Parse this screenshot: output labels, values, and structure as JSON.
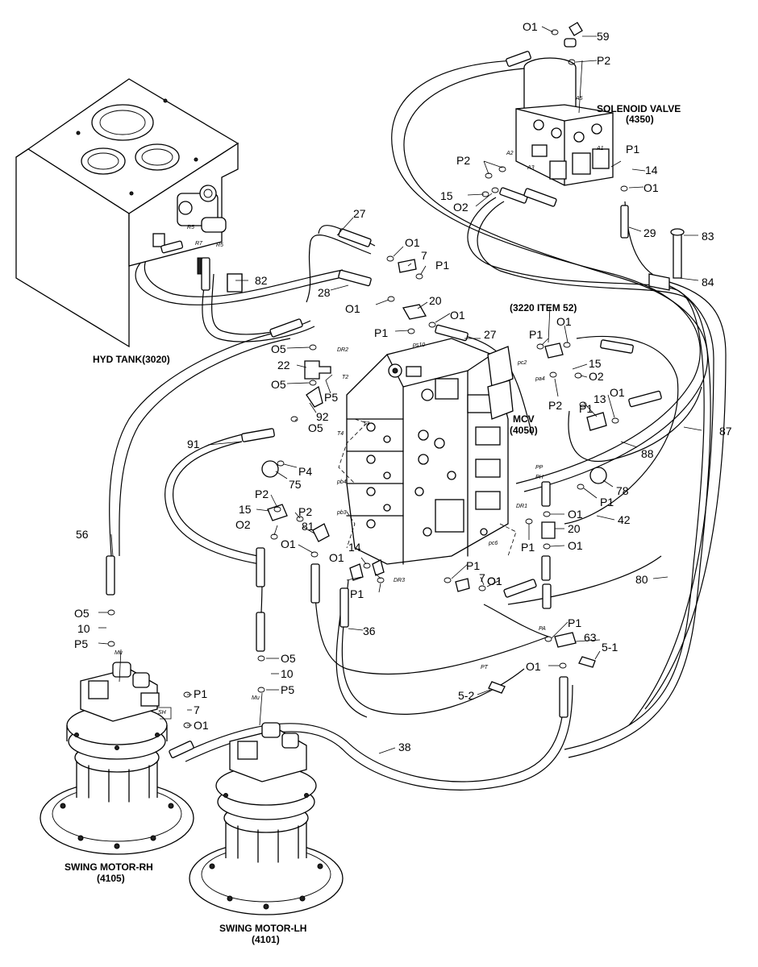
{
  "components": {
    "hyd_tank": "HYD TANK(3020)",
    "solenoid_valve_name": "SOLENOID VALVE",
    "solenoid_valve_code": "(4350)",
    "mcv_name": "MCV",
    "mcv_code": "(4050)",
    "item_ref": "(3220 ITEM 52)",
    "swing_rh_name": "SWING MOTOR-RH",
    "swing_rh_code": "(4105)",
    "swing_lh_name": "SWING MOTOR-LH",
    "swing_lh_code": "(4101)"
  },
  "callouts": [
    {
      "id": "c59",
      "text": "59"
    },
    {
      "id": "cO1a",
      "text": "O1"
    },
    {
      "id": "cP2a",
      "text": "P2"
    },
    {
      "id": "cP1a",
      "text": "P1"
    },
    {
      "id": "c14a",
      "text": "14"
    },
    {
      "id": "cO1b",
      "text": "O1"
    },
    {
      "id": "cP2b",
      "text": "P2"
    },
    {
      "id": "c15a",
      "text": "15"
    },
    {
      "id": "cO2a",
      "text": "O2"
    },
    {
      "id": "c29",
      "text": "29"
    },
    {
      "id": "c83",
      "text": "83"
    },
    {
      "id": "c84",
      "text": "84"
    },
    {
      "id": "c27a",
      "text": "27"
    },
    {
      "id": "cO1c",
      "text": "O1"
    },
    {
      "id": "c7a",
      "text": "7"
    },
    {
      "id": "cP1b",
      "text": "P1"
    },
    {
      "id": "c82",
      "text": "82"
    },
    {
      "id": "c28",
      "text": "28"
    },
    {
      "id": "cO1d",
      "text": "O1"
    },
    {
      "id": "c20a",
      "text": "20"
    },
    {
      "id": "cO1e",
      "text": "O1"
    },
    {
      "id": "cP1c",
      "text": "P1"
    },
    {
      "id": "c27b",
      "text": "27"
    },
    {
      "id": "cP1d",
      "text": "P1"
    },
    {
      "id": "cO1f",
      "text": "O1"
    },
    {
      "id": "c15b",
      "text": "15"
    },
    {
      "id": "cO2b",
      "text": "O2"
    },
    {
      "id": "cP2c",
      "text": "P2"
    },
    {
      "id": "cP1e",
      "text": "P1"
    },
    {
      "id": "c13",
      "text": "13"
    },
    {
      "id": "cO1g",
      "text": "O1"
    },
    {
      "id": "c87",
      "text": "87"
    },
    {
      "id": "c88",
      "text": "88"
    },
    {
      "id": "cO5a",
      "text": "O5"
    },
    {
      "id": "c22",
      "text": "22"
    },
    {
      "id": "cO5b",
      "text": "O5"
    },
    {
      "id": "cP5a",
      "text": "P5"
    },
    {
      "id": "c92",
      "text": "92"
    },
    {
      "id": "cO5c",
      "text": "O5"
    },
    {
      "id": "c91",
      "text": "91"
    },
    {
      "id": "cP4",
      "text": "P4"
    },
    {
      "id": "c75",
      "text": "75"
    },
    {
      "id": "c78",
      "text": "78"
    },
    {
      "id": "cP1f",
      "text": "P1"
    },
    {
      "id": "c42",
      "text": "42"
    },
    {
      "id": "cP2d",
      "text": "P2"
    },
    {
      "id": "c15c",
      "text": "15"
    },
    {
      "id": "cP2e",
      "text": "P2"
    },
    {
      "id": "c81",
      "text": "81"
    },
    {
      "id": "cO2c",
      "text": "O2"
    },
    {
      "id": "cO1h",
      "text": "O1"
    },
    {
      "id": "cO1i",
      "text": "O1"
    },
    {
      "id": "c20b",
      "text": "20"
    },
    {
      "id": "cP1g",
      "text": "P1"
    },
    {
      "id": "cO1j",
      "text": "O1"
    },
    {
      "id": "c56",
      "text": "56"
    },
    {
      "id": "cO1k",
      "text": "O1"
    },
    {
      "id": "c14b",
      "text": "14"
    },
    {
      "id": "cO1l",
      "text": "O1"
    },
    {
      "id": "cP1h",
      "text": "P1"
    },
    {
      "id": "c7b",
      "text": "7"
    },
    {
      "id": "cO1m",
      "text": "O1"
    },
    {
      "id": "cP1i",
      "text": "P1"
    },
    {
      "id": "c36",
      "text": "36"
    },
    {
      "id": "c80",
      "text": "80"
    },
    {
      "id": "cO5d",
      "text": "O5"
    },
    {
      "id": "c10a",
      "text": "10"
    },
    {
      "id": "cP5b",
      "text": "P5"
    },
    {
      "id": "cP1j",
      "text": "P1"
    },
    {
      "id": "c63",
      "text": "63"
    },
    {
      "id": "c5_1",
      "text": "5-1"
    },
    {
      "id": "cO1n",
      "text": "O1"
    },
    {
      "id": "c5_2",
      "text": "5-2"
    },
    {
      "id": "cO5e",
      "text": "O5"
    },
    {
      "id": "c10b",
      "text": "10"
    },
    {
      "id": "cP5c",
      "text": "P5"
    },
    {
      "id": "cP1k",
      "text": "P1"
    },
    {
      "id": "c7c",
      "text": "7"
    },
    {
      "id": "cO1o",
      "text": "O1"
    },
    {
      "id": "c38",
      "text": "38"
    }
  ],
  "port_labels": [
    {
      "id": "pR5a",
      "text": "R5"
    },
    {
      "id": "pR7",
      "text": "R7"
    },
    {
      "id": "pR5b",
      "text": "R5"
    },
    {
      "id": "pA5",
      "text": "A5"
    },
    {
      "id": "pA2",
      "text": "A2"
    },
    {
      "id": "pA3",
      "text": "A3"
    },
    {
      "id": "pA1",
      "text": "A1"
    },
    {
      "id": "pDR2",
      "text": "DR2"
    },
    {
      "id": "pPs10",
      "text": "ps10"
    },
    {
      "id": "pT2",
      "text": "T2"
    },
    {
      "id": "pT3",
      "text": "T3"
    },
    {
      "id": "pT4",
      "text": "T4"
    },
    {
      "id": "pPc2",
      "text": "pc2"
    },
    {
      "id": "pPa4",
      "text": "pa4"
    },
    {
      "id": "pPb4",
      "text": "pb4"
    },
    {
      "id": "pPb3",
      "text": "pb3"
    },
    {
      "id": "pPp",
      "text": "PP"
    },
    {
      "id": "pPh",
      "text": "PH"
    },
    {
      "id": "pDR1",
      "text": "DR1"
    },
    {
      "id": "pPc6",
      "text": "pc6"
    },
    {
      "id": "pDR3",
      "text": "DR3"
    },
    {
      "id": "pPA",
      "text": "PA"
    },
    {
      "id": "pPT",
      "text": "PT"
    },
    {
      "id": "pMu1",
      "text": "Mu"
    },
    {
      "id": "pSH",
      "text": "SH"
    },
    {
      "id": "pMu2",
      "text": "Mu"
    }
  ]
}
